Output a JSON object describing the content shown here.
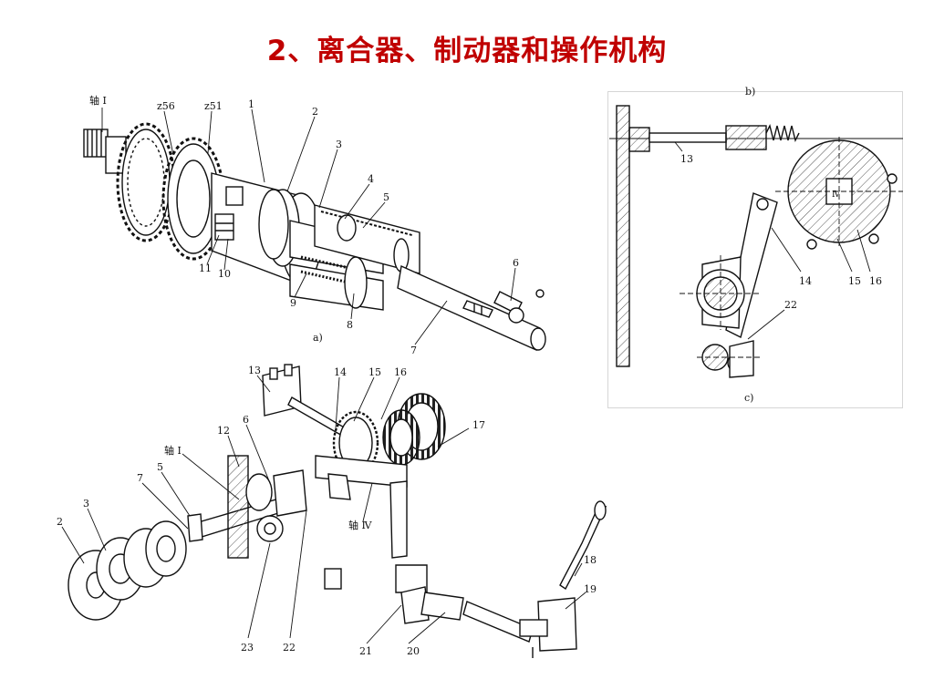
{
  "slide": {
    "title": "2、离合器、制动器和操作机构"
  },
  "panel_a": {
    "caption": "a)",
    "labels": {
      "shaft": "轴 I",
      "z56": "z56",
      "z51": "z51",
      "n1": "1",
      "n2": "2",
      "n3": "3",
      "n4": "4",
      "n5": "5",
      "n6": "6",
      "n7": "7",
      "n8": "8",
      "n9": "9",
      "n10": "10",
      "n11": "11"
    }
  },
  "panel_c": {
    "caption": "c)",
    "top_caption": "b)",
    "labels": {
      "n13": "13",
      "n14": "14",
      "n15": "15",
      "n16": "16",
      "n22": "22",
      "shaft": "Ⅳ"
    }
  },
  "panel_b": {
    "labels": {
      "shaft1": "轴 I",
      "shaft4": "轴 Ⅳ",
      "n2": "2",
      "n3": "3",
      "n5": "5",
      "n6": "6",
      "n7": "7",
      "n12": "12",
      "n13": "13",
      "n14": "14",
      "n15": "15",
      "n16": "16",
      "n17": "17",
      "n18": "18",
      "n19": "19",
      "n20": "20",
      "n21": "21",
      "n22": "22",
      "n23": "23"
    }
  },
  "colors": {
    "title": "#c00000",
    "line": "#111111",
    "hatch": "#555555"
  }
}
